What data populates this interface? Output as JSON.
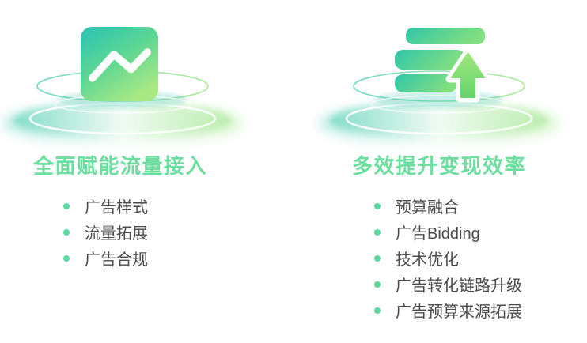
{
  "page": {
    "background": "#FFFFFF"
  },
  "columns": [
    {
      "icon": "trend-line-chart-icon",
      "heading": "全面赋能流量接入",
      "items": [
        "广告样式",
        "流量拓展",
        "广告合规"
      ]
    },
    {
      "icon": "stacked-bars-up-arrow-icon",
      "heading": "多效提升变现效率",
      "items": [
        "预算融合",
        "广告Bidding",
        "技术优化",
        "广告转化链路升级",
        "广告预算来源拓展"
      ]
    }
  ],
  "colors": {
    "heading_green": "#6CDF9F",
    "bullet_dot": "#5CD9A0",
    "body_text": "#4A4A4E",
    "icon_gradient_start": "#29C3B5",
    "icon_gradient_end": "#A9E984",
    "bars_gradient_start": "#30C6AA",
    "bars_gradient_end": "#82DF7F",
    "arrow_gradient_start": "#9DE87E",
    "arrow_gradient_end": "#67D36C",
    "ripple_teal": "#3CC9AC",
    "ripple_green": "#92E47A",
    "background": "#FFFFFF"
  }
}
